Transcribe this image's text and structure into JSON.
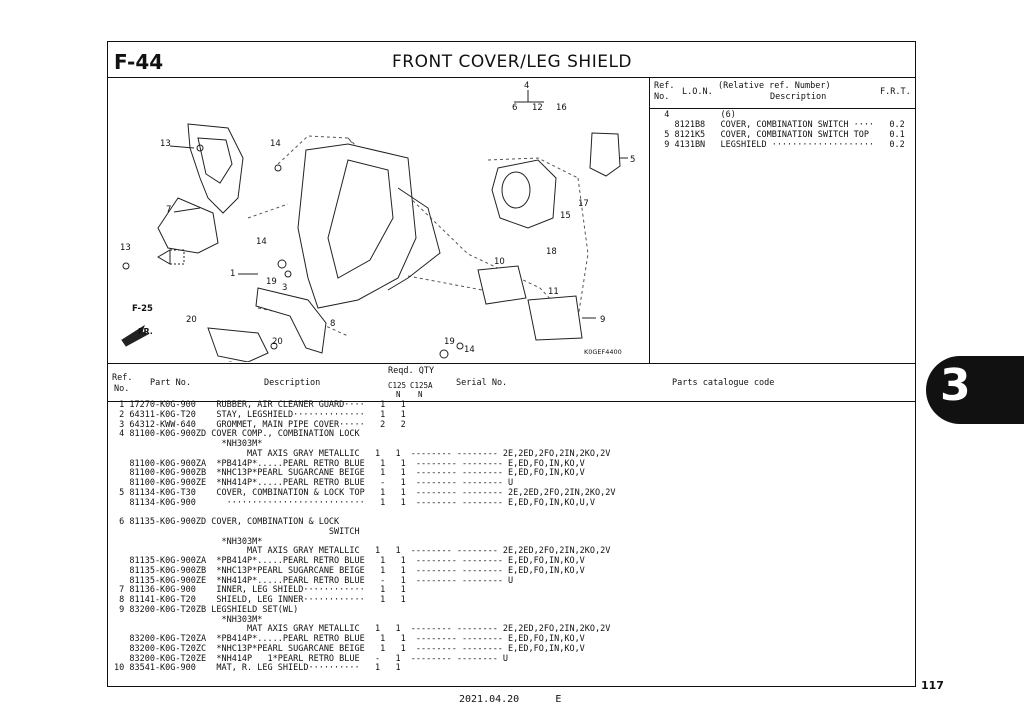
{
  "header": {
    "section": "F-44",
    "title": "FRONT COVER/LEG SHIELD"
  },
  "diagram": {
    "code": "K0GEF4400",
    "callouts": [
      "13",
      "14",
      "7",
      "13",
      "14",
      "1",
      "19",
      "3",
      "F-25",
      "20",
      "2",
      "20",
      "8",
      "FR.",
      "4",
      "6",
      "12",
      "16",
      "5",
      "17",
      "15",
      "18",
      "10",
      "11",
      "9",
      "19",
      "14",
      "3",
      "14"
    ]
  },
  "ref_table": {
    "headers": {
      "ref": "Ref.",
      "no": "No.",
      "lon": "L.O.N.",
      "relative": "(Relative ref. Number)",
      "description": "Description",
      "frt": "F.R.T."
    },
    "rows": [
      "  4          (6)",
      "    8121B8   COVER, COMBINATION SWITCH ····   0.2",
      "  5 8121K5   COVER, COMBINATION SWITCH TOP    0.1",
      "  9 4131BN   LEGSHIELD ····················   0.2"
    ]
  },
  "parts_table": {
    "headers": {
      "ref": "Ref.",
      "no": "No.",
      "part_no": "Part No.",
      "description": "Description",
      "reqd_qty": "Reqd. QTY",
      "c125": "C125",
      "c125a": "C125A",
      "n1": "N",
      "n2": "N",
      "serial_no": "Serial No.",
      "catalogue_code": "Parts catalogue code"
    },
    "rows": [
      " 1 17270-K0G-900    RUBBER, AIR CLEANER GUARD····   1   1",
      " 2 64311-K0G-T20    STAY, LEGSHIELD··············   1   1",
      " 3 64312-KWW-640    GROMMET, MAIN PIPE COVER·····   2   2",
      " 4 81100-K0G-900ZD COVER COMP., COMBINATION LOCK",
      "                     *NH303M*",
      "                          MAT AXIS GRAY METALLIC   1   1  -------- -------- 2E,2ED,2FO,2IN,2KO,2V",
      "   81100-K0G-900ZA  *PB414P*.....PEARL RETRO BLUE   1   1  -------- -------- E,ED,FO,IN,KO,V",
      "   81100-K0G-900ZB  *NHC13P*PEARL SUGARCANE BEIGE   1   1  -------- -------- E,ED,FO,IN,KO,V",
      "   81100-K0G-900ZE  *NH414P*.....PEARL RETRO BLUE   -   1  -------- -------- U",
      " 5 81134-K0G-T30    COVER, COMBINATION & LOCK TOP   1   1  -------- -------- 2E,2ED,2FO,2IN,2KO,2V",
      "   81134-K0G-900      ···························   1   1  -------- -------- E,ED,FO,IN,KO,U,V",
      "",
      " 6 81135-K0G-900ZD COVER, COMBINATION & LOCK",
      "                                          SWITCH",
      "                     *NH303M*",
      "                          MAT AXIS GRAY METALLIC   1   1  -------- -------- 2E,2ED,2FO,2IN,2KO,2V",
      "   81135-K0G-900ZA  *PB414P*.....PEARL RETRO BLUE   1   1  -------- -------- E,ED,FO,IN,KO,V",
      "   81135-K0G-900ZB  *NHC13P*PEARL SUGARCANE BEIGE   1   1  -------- -------- E,ED,FO,IN,KO,V",
      "   81135-K0G-900ZE  *NH414P*.....PEARL RETRO BLUE   -   1  -------- -------- U",
      " 7 81136-K0G-900    INNER, LEG SHIELD············   1   1",
      " 8 81141-K0G-T20    SHIELD, LEG INNER············   1   1",
      " 9 83200-K0G-T20ZB LEGSHIELD SET(WL)",
      "                     *NH303M*",
      "                          MAT AXIS GRAY METALLIC   1   1  -------- -------- 2E,2ED,2FO,2IN,2KO,2V",
      "   83200-K0G-T20ZA  *PB414P*.....PEARL RETRO BLUE   1   1  -------- -------- E,ED,FO,IN,KO,V",
      "   83200-K0G-T20ZC  *NHC13P*PEARL SUGARCANE BEIGE   1   1  -------- -------- E,ED,FO,IN,KO,V",
      "   83200-K0G-T20ZE  *NH414P   1*PEARL RETRO BLUE   -   1  -------- -------- U",
      "10 83541-K0G-900    MAT, R. LEG SHIELD··········   1   1"
    ]
  },
  "side_tab": {
    "label": "3"
  },
  "page_number": "117",
  "footer": {
    "date": "2021.04.20",
    "edition": "E"
  }
}
